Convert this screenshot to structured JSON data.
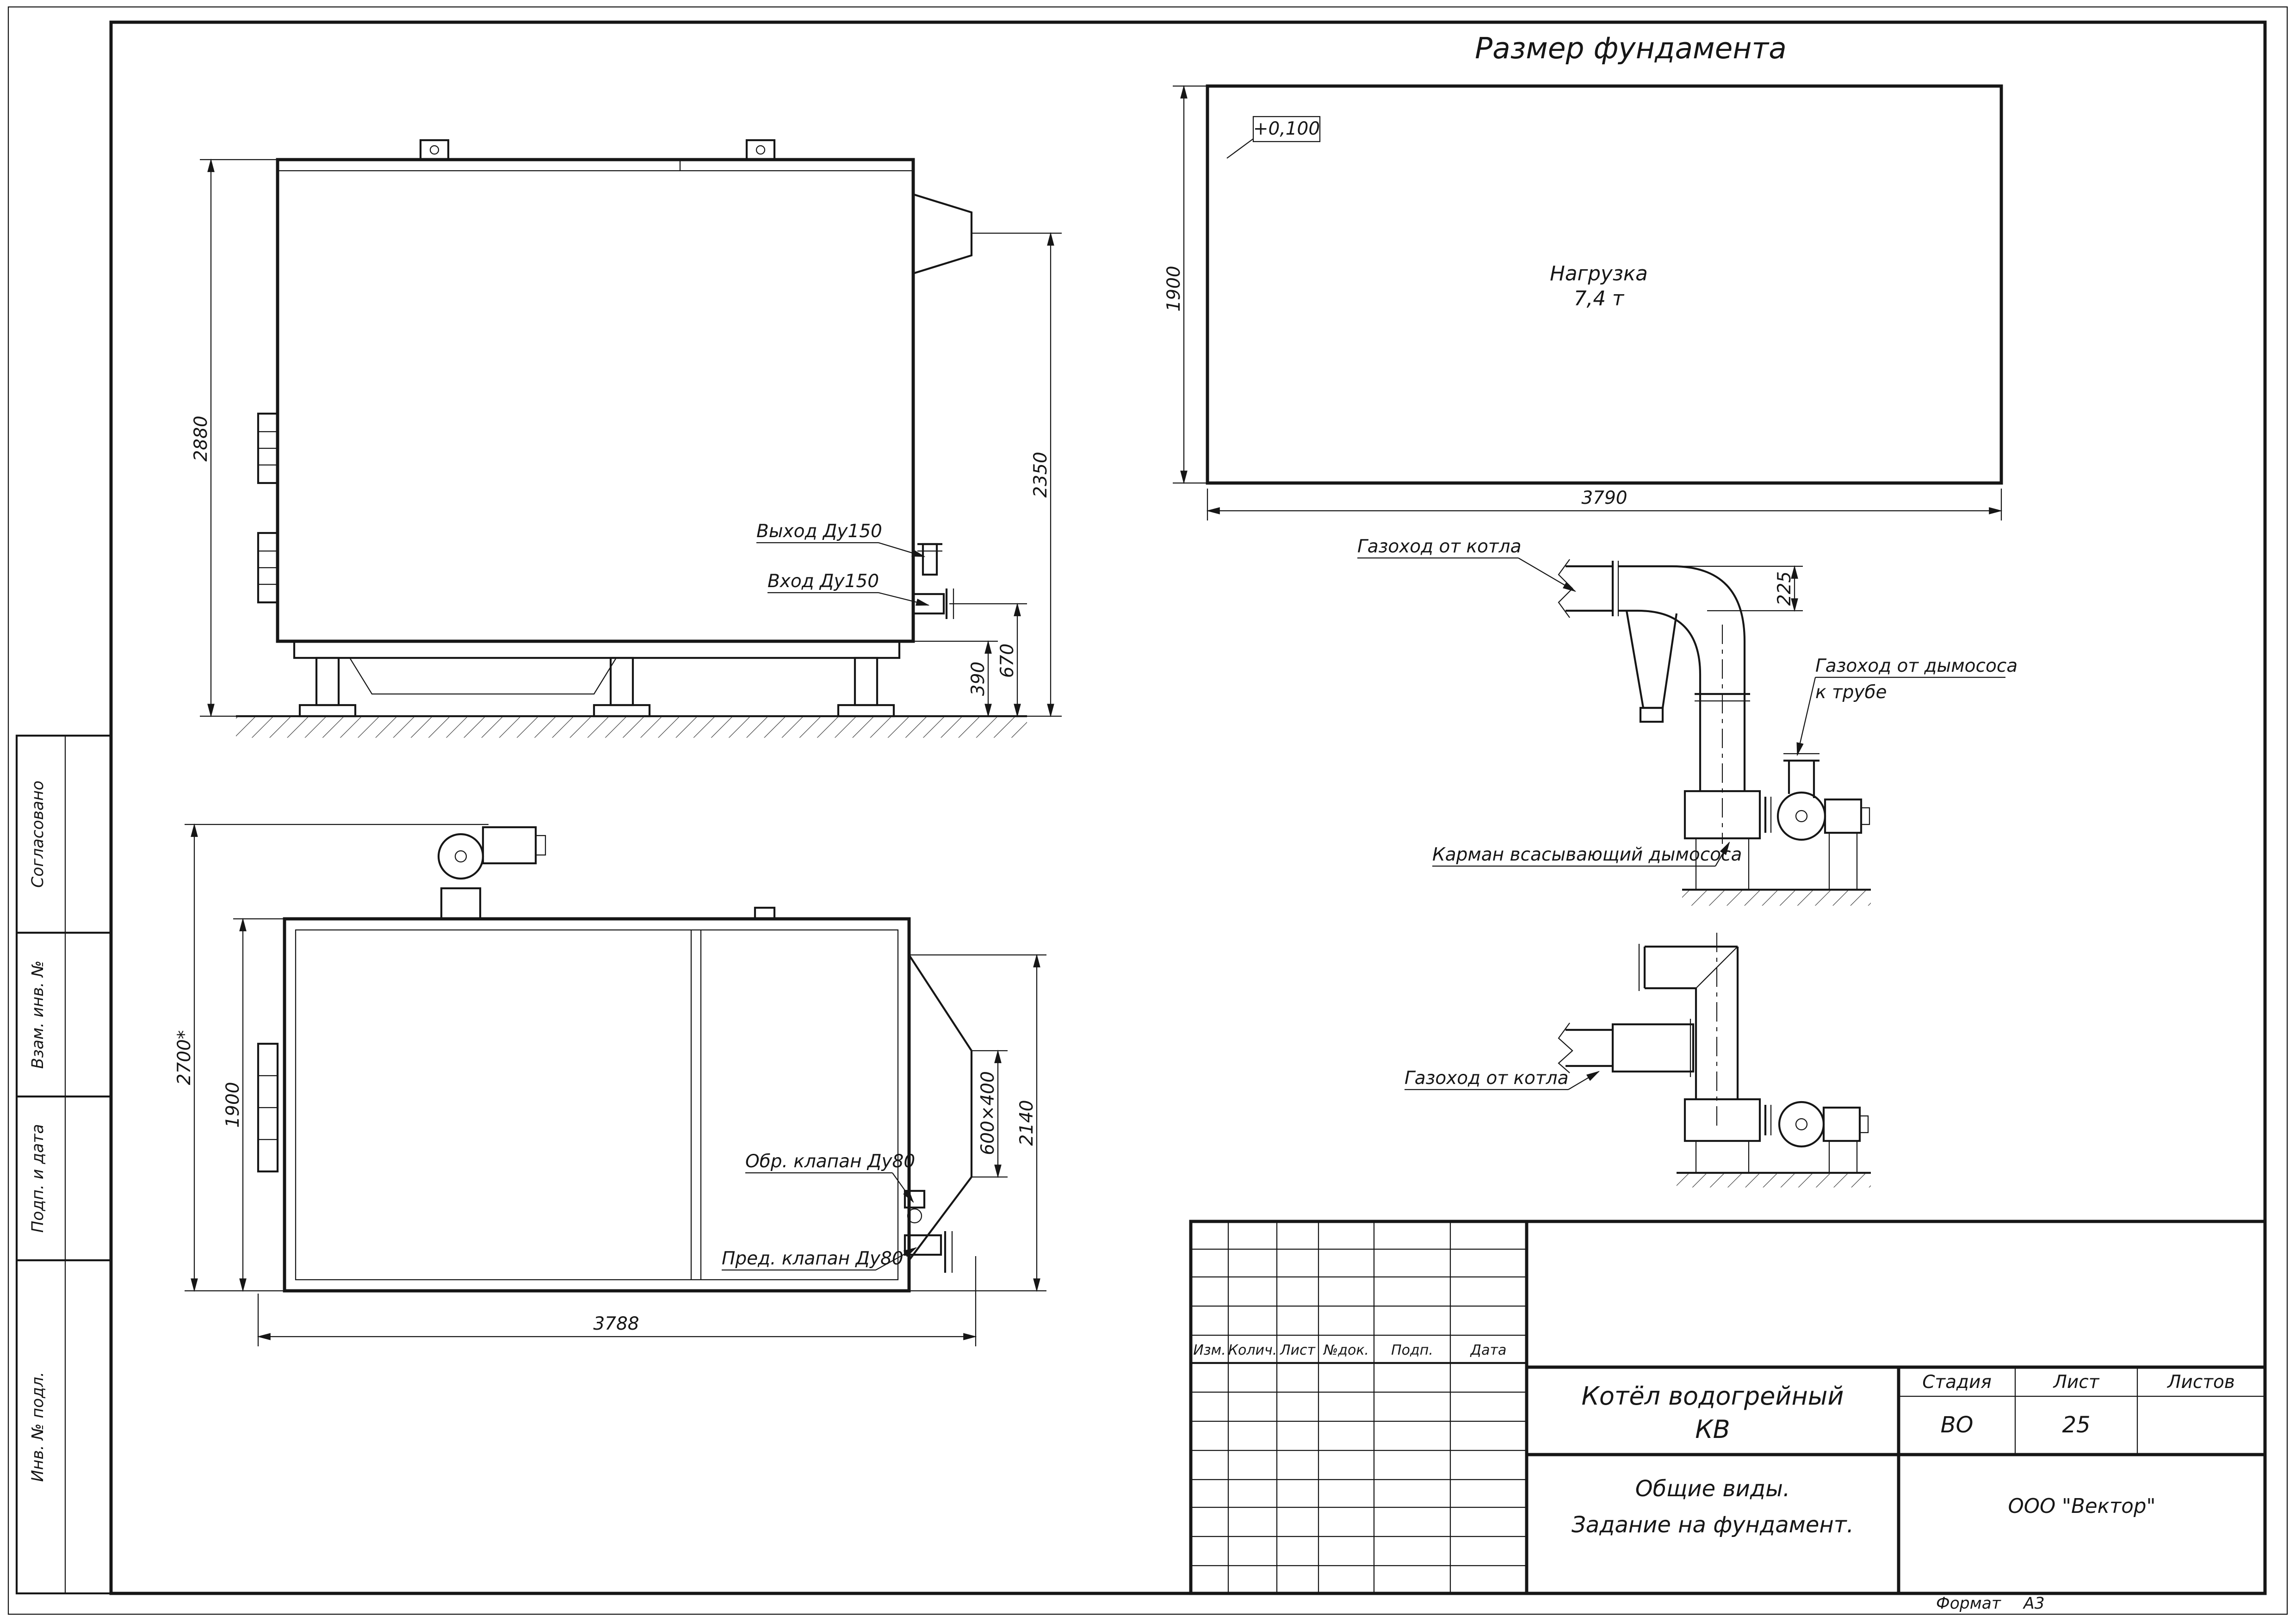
{
  "left_stamps": {
    "items": [
      "Согласовано",
      "Взам. инв. №",
      "Подп. и дата",
      "Инв. № подл."
    ]
  },
  "foundation_plan": {
    "title": "Размер фундамента",
    "elevation": "+0,100",
    "load_line1": "Нагрузка",
    "load_line2": "7,4 т",
    "dim_depth": "1900",
    "dim_width": "3790"
  },
  "side_view": {
    "dim_height": "2880",
    "dim_outlet_height": "2350",
    "dim_inlet_height": "670",
    "dim_frame_height": "390",
    "outlet_label": "Выход Ду150",
    "inlet_label": "Вход Ду150"
  },
  "plan_view": {
    "dim_overall_width": "2700*",
    "dim_body_width": "1900",
    "dim_length": "3788",
    "dim_flue": "600×400",
    "dim_flue_offset": "2140",
    "check_valve_label": "Обр. клапан Ду80",
    "safety_valve_label": "Пред. клапан Ду80"
  },
  "duct_details": {
    "gas_from_boiler_top": "Газоход от котла",
    "gas_from_boiler_bottom": "Газоход от котла",
    "dim_duct": "225",
    "to_chimney_line1": "Газоход от дымососа",
    "to_chimney_line2": "к трубе",
    "suction_pocket": "Карман всасывающий дымососа"
  },
  "title_block": {
    "rev_headers": [
      "Изм.",
      "Колич.",
      "Лист",
      "№док.",
      "Подп.",
      "Дата"
    ],
    "doc_title_line1": "Котёл водогрейный",
    "doc_title_line2": "КВ",
    "stage_label": "Стадия",
    "stage_value": "ВО",
    "sheet_label": "Лист",
    "sheet_value": "25",
    "sheets_label": "Листов",
    "view_title_line1": "Общие виды.",
    "view_title_line2": "Задание на фундамент.",
    "company": "ООО \"Вектор\"",
    "format_label": "Формат",
    "format_value": "А3"
  }
}
